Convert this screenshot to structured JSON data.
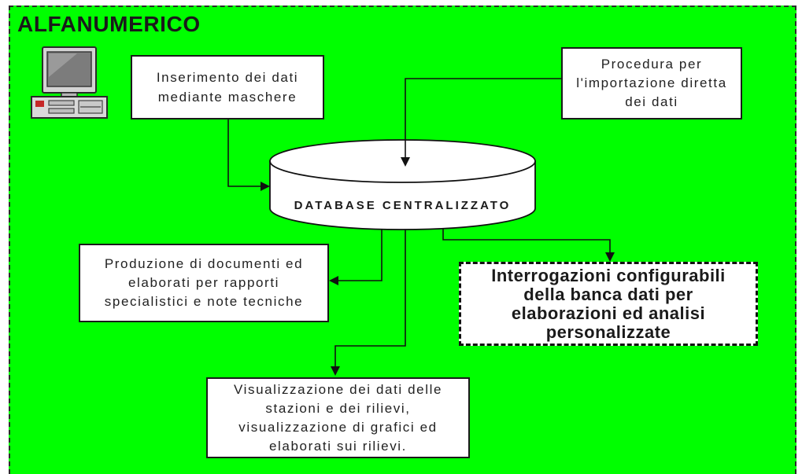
{
  "title": "ALFANUMERICO",
  "icon": "computer-icon",
  "colors": {
    "background": "#00FF00",
    "box_fill": "#FFFFFF",
    "line": "#111111"
  },
  "database": {
    "label": "DATABASE CENTRALIZZATO"
  },
  "boxes": {
    "data_entry": {
      "lines": [
        "Inserimento dei dati",
        "mediante maschere"
      ]
    },
    "direct_import": {
      "lines": [
        "Procedura per",
        "l'importazione diretta",
        "dei dati"
      ]
    },
    "documents": {
      "lines": [
        "Produzione di documenti ed",
        "elaborati per rapporti",
        "specialistici e note tecniche"
      ]
    },
    "queries": {
      "lines": [
        "Interrogazioni configurabili",
        "della banca dati per",
        "elaborazioni ed analisi",
        "personalizzate"
      ]
    },
    "visualization": {
      "lines": [
        "Visualizzazione dei dati delle",
        "stazioni e dei rilievi,",
        "visualizzazione di grafici ed",
        "elaborati sui rilievi."
      ]
    }
  }
}
